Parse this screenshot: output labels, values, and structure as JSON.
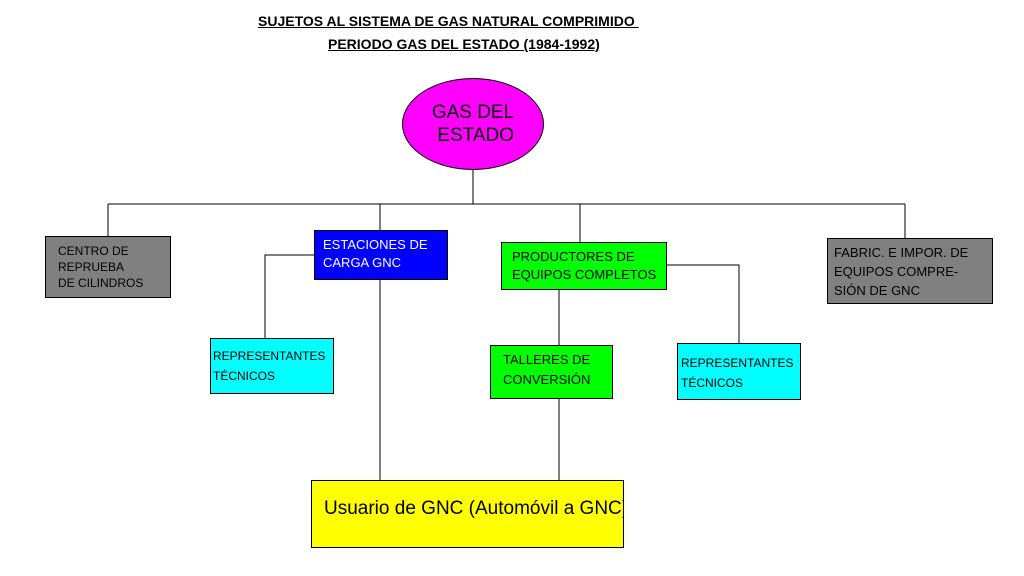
{
  "title": {
    "line1": "SUJETOS AL SISTEMA DE GAS NATURAL COMPRIMIDO ",
    "line2": "PERIODO GAS DEL ESTADO (1984-1992)"
  },
  "nodes": {
    "gas_estado": "GAS DEL\n ESTADO",
    "centro": "CENTRO DE\nREPRUEBA\nDE CILINDROS",
    "estaciones": "ESTACIONES DE\nCARGA GNC",
    "productores": "PRODUCTORES DE\nEQUIPOS COMPLETOS",
    "fabric": "FABRIC. E IMPOR. DE\nEQUIPOS COMPRE-\nSIÓN DE GNC",
    "rep_left": "REPRESENTANTES\nTÉCNICOS",
    "talleres": "TALLERES DE\nCONVERSIÓN",
    "rep_right": "REPRESENTANTES\nTÉCNICOS",
    "usuario": "Usuario de GNC (Automóvil a GNC)"
  },
  "colors": {
    "gas_estado": "#ff00ff",
    "gray_boxes": "#808080",
    "estaciones": "#0000ff",
    "green_boxes": "#00ff00",
    "cyan_boxes": "#00ffff",
    "usuario": "#ffff00"
  }
}
